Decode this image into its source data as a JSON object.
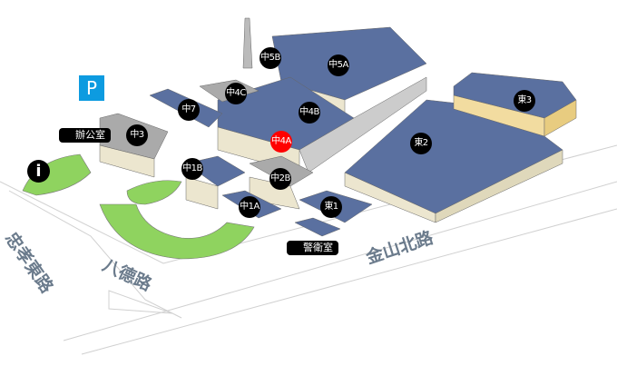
{
  "map": {
    "parking_label": "P",
    "info_label": "i",
    "tags": {
      "office": "辦公室",
      "guard": "警衛室"
    },
    "buildings": {
      "c3": "中3",
      "c7": "中7",
      "c4c": "中4C",
      "c5b": "中5B",
      "c5a": "中5A",
      "c4b": "中4B",
      "c4a": "中4A",
      "c1b": "中1B",
      "c2b": "中2B",
      "c1a": "中1A",
      "e1": "東1",
      "e2": "東2",
      "e3": "東3"
    },
    "selected_building": "中4A",
    "roads": {
      "zhongxiao": "忠孝東路",
      "bade": "八德路",
      "jinshan": "金山北路"
    },
    "colors": {
      "roof": "#5a70a0",
      "wall": "#ece6cf",
      "lawn": "#8fd35f",
      "active": "#ff0000",
      "parking": "#0d9be0"
    }
  }
}
